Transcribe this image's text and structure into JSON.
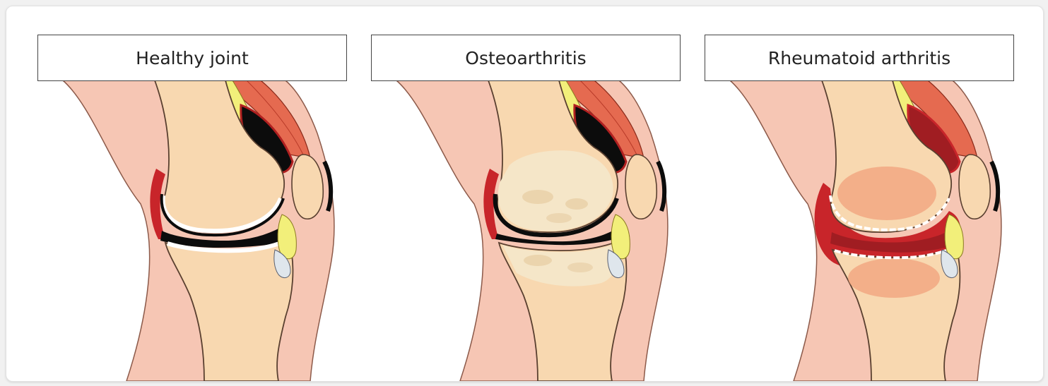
{
  "panels": [
    {
      "id": "healthy",
      "title": "Healthy joint"
    },
    {
      "id": "osteo",
      "title": "Osteoarthritis"
    },
    {
      "id": "rheum",
      "title": "Rheumatoid arthritis"
    }
  ],
  "colors": {
    "skin": "#f6c6b4",
    "skin_outline": "#8c5a4a",
    "bone": "#f8d8b0",
    "bone_outline": "#5a4030",
    "cartilage": "#ffffff",
    "joint_space": "#0c0c0c",
    "muscle": "#e56a50",
    "tendon_yellow": "#f2ef7a",
    "synovium_red": "#c8252a",
    "inflamed_bone": "#f2a27c",
    "worn_bone": "#f5e6c8"
  }
}
